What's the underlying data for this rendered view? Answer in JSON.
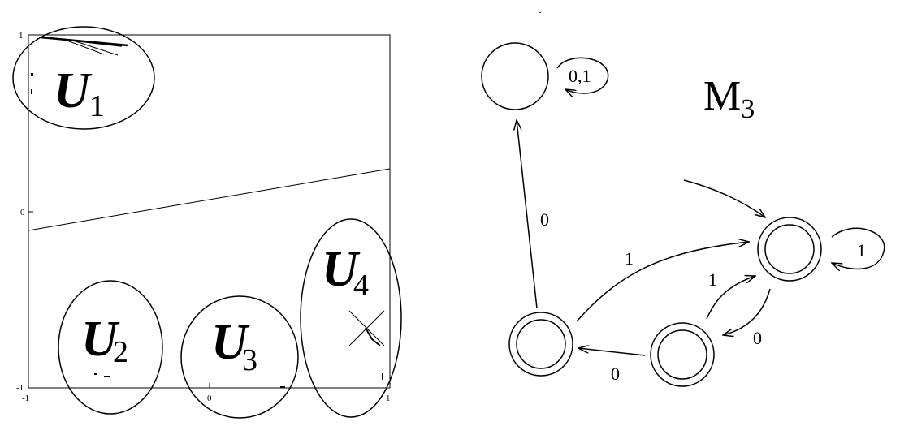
{
  "left_plot": {
    "ticks_y": [
      "1",
      "0",
      "-1"
    ],
    "ticks_x": [
      "-1",
      "0",
      "1"
    ],
    "regions": [
      {
        "label": "U",
        "sub": "1"
      },
      {
        "label": "U",
        "sub": "2"
      },
      {
        "label": "U",
        "sub": "3"
      },
      {
        "label": "U",
        "sub": "4"
      }
    ]
  },
  "automaton": {
    "name": "M",
    "name_sub": "3",
    "transitions": {
      "sink_loop": "0,1",
      "start_to_sink": "0",
      "start_to_accept": "1",
      "accept_loop": "1",
      "mid_to_accept": "1",
      "accept_to_mid": "0",
      "mid_to_start": "0"
    }
  },
  "colors": {
    "ink": "#000000",
    "background": "#ffffff"
  }
}
